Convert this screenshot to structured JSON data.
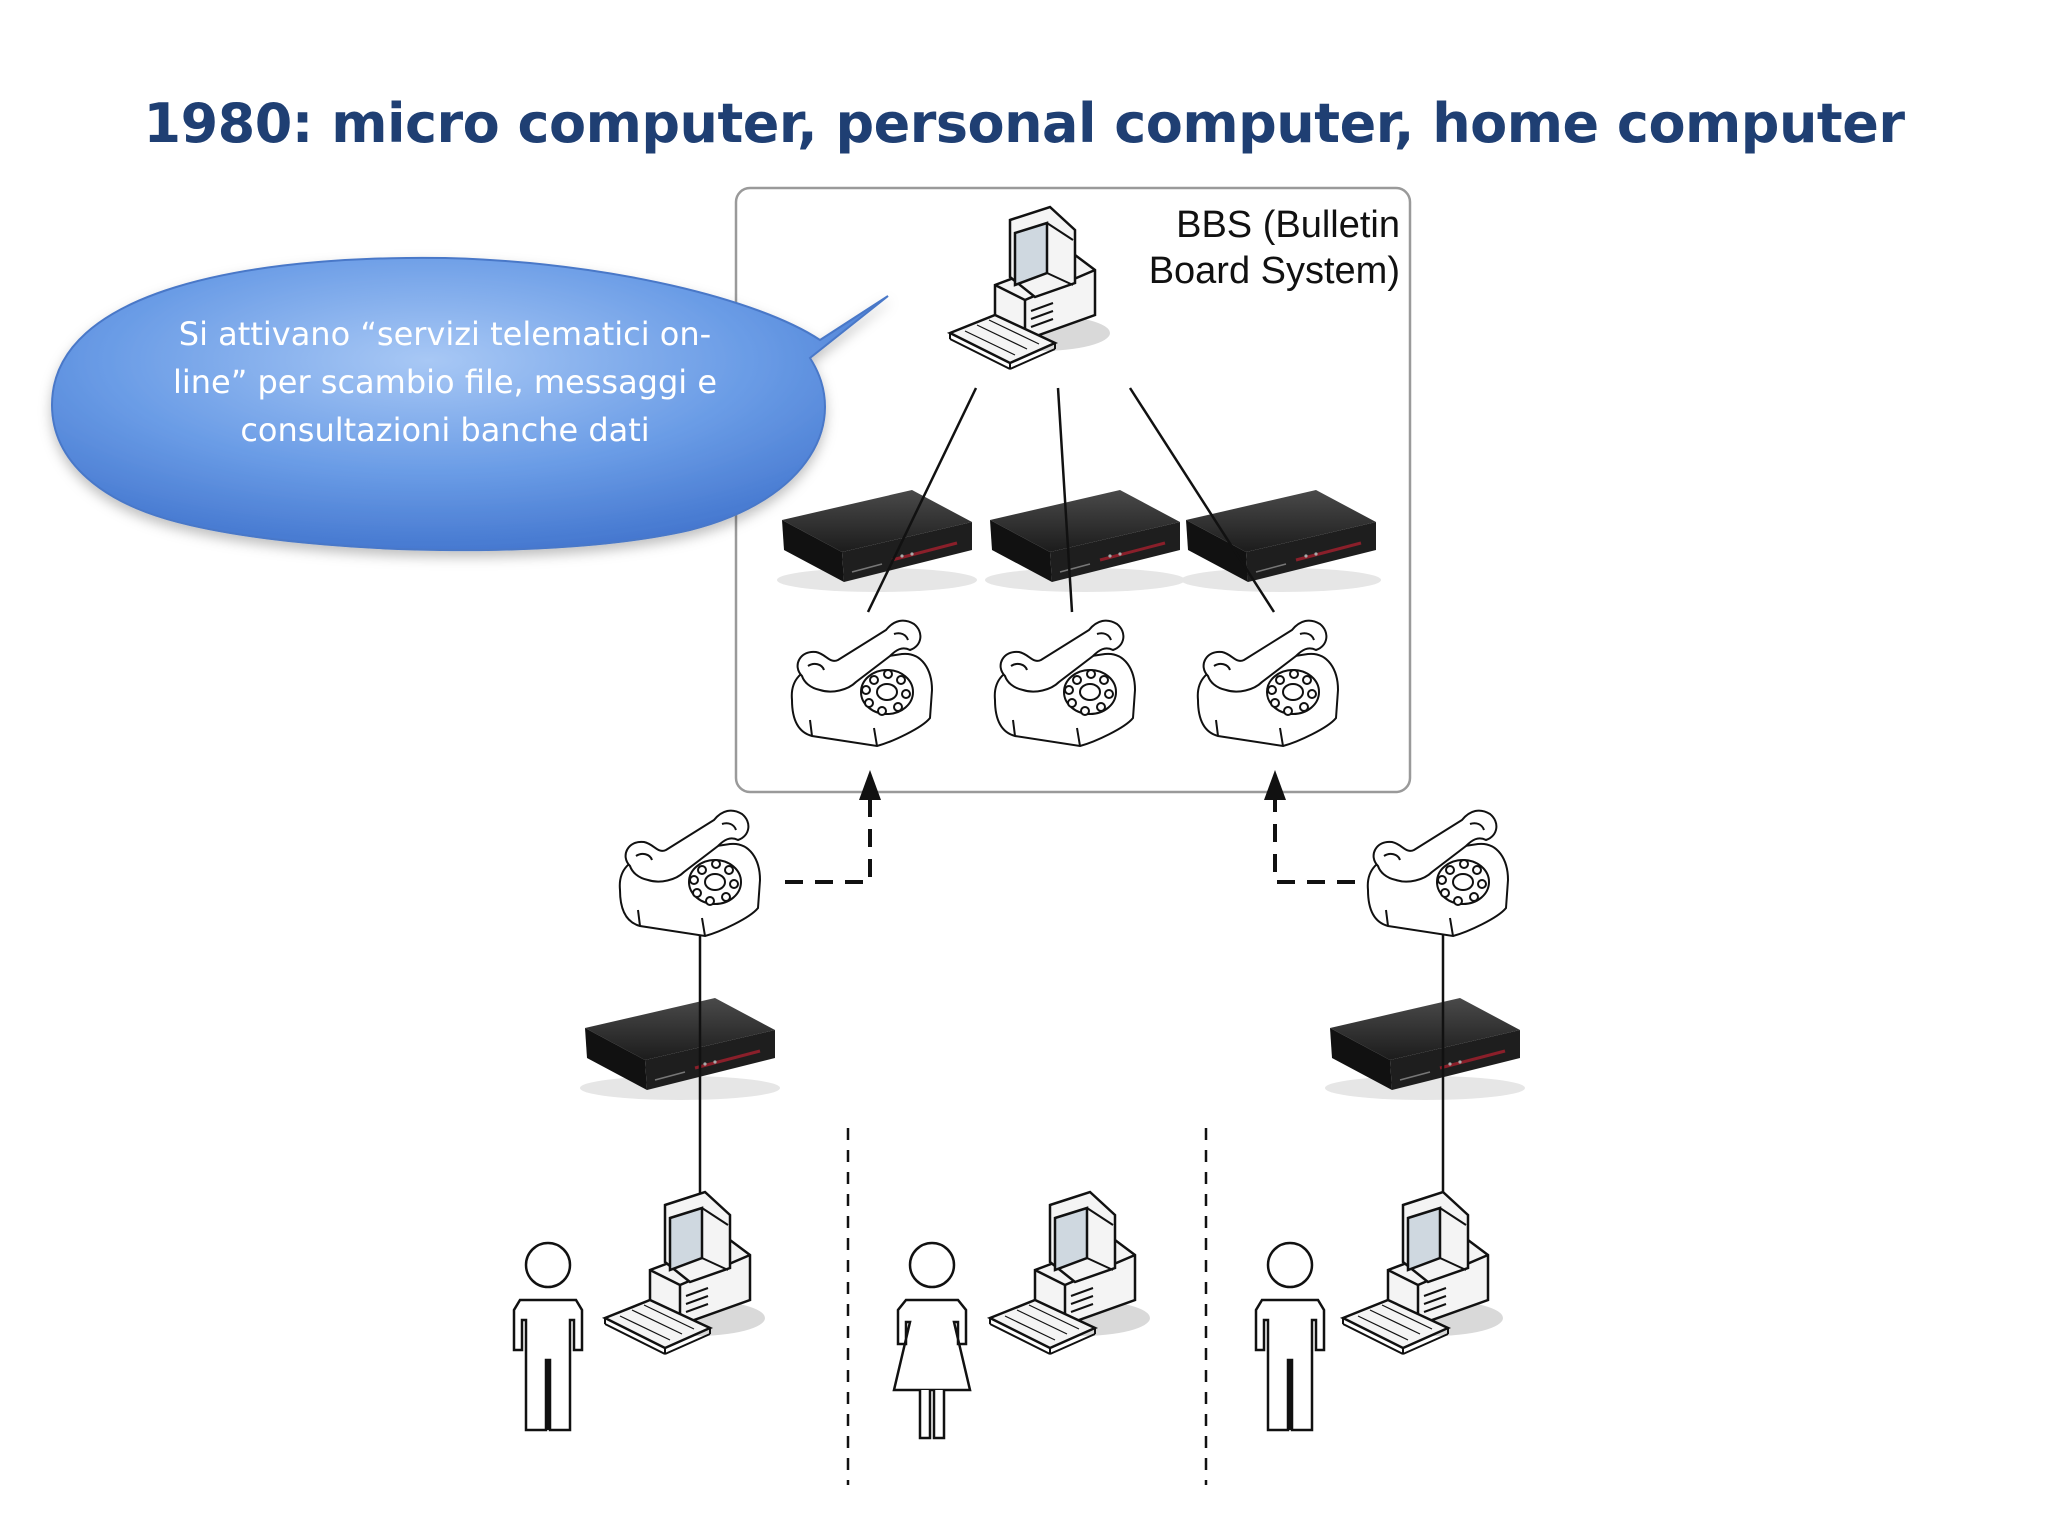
{
  "slide": {
    "title": "1980: micro computer, personal computer, home computer"
  },
  "callout": {
    "text": "Si attivano “servizi telematici on-line” per scambio file, messaggi e consultazioni banche dati",
    "fill_color": "#5b8fe0"
  },
  "bbs": {
    "label": "BBS (Bulletin\nBoard System)"
  },
  "colors": {
    "title": "#1f3f73",
    "line": "#111111",
    "modem": "#2a2a2a"
  }
}
